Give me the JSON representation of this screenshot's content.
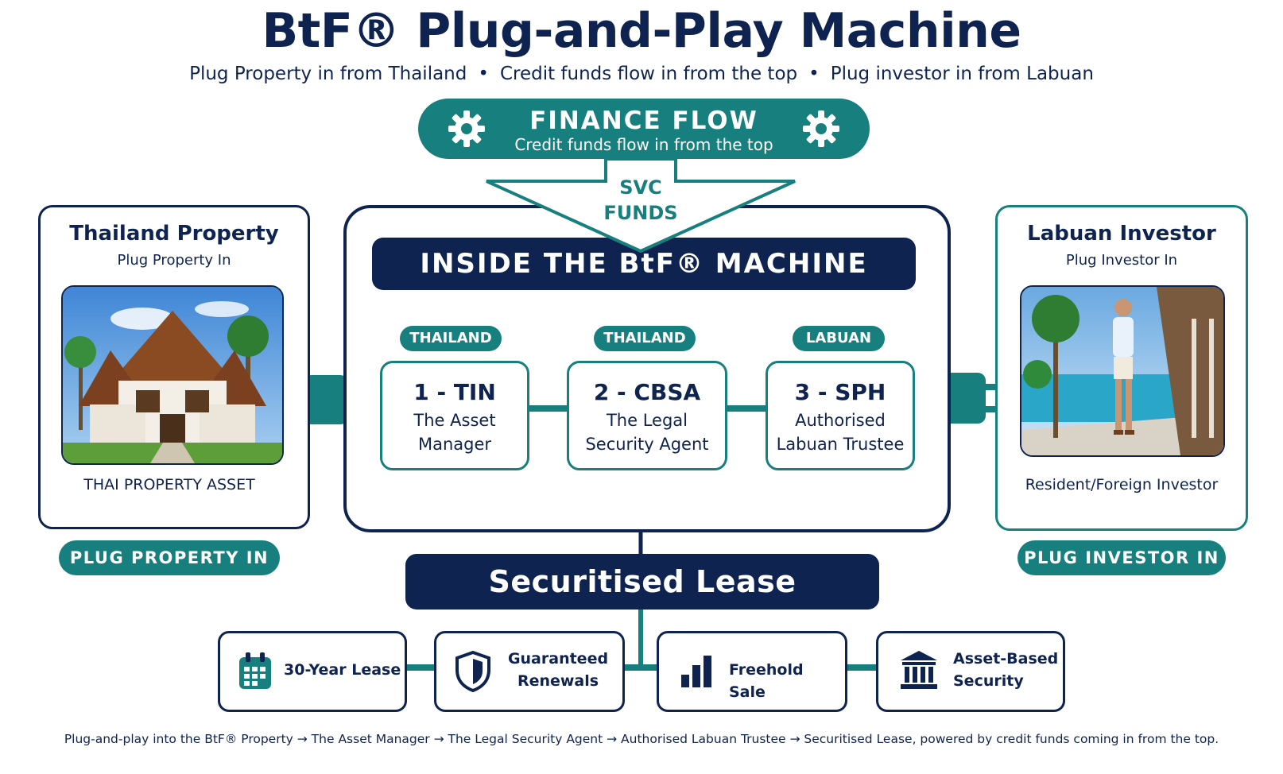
{
  "header": {
    "title": "BtF® Plug-and-Play Machine",
    "subtitle_parts": [
      "Plug Property in from Thailand",
      "Credit funds flow in from the top",
      "Plug investor in from Labuan"
    ],
    "separator": "•"
  },
  "finance_flow": {
    "title": "FINANCE FLOW",
    "subtitle": "Credit funds flow in from the top",
    "arrow_label_line1": "SVC",
    "arrow_label_line2": "FUNDS"
  },
  "thailand_card": {
    "title": "Thailand Property",
    "subtitle": "Plug Property In",
    "photo_icon": "thai-villa-photo",
    "caption": "THAI PROPERTY ASSET",
    "plug_label": "PLUG PROPERTY IN"
  },
  "labuan_card": {
    "title": "Labuan Investor",
    "subtitle": "Plug Investor In",
    "photo_icon": "investor-resort-photo",
    "caption": "Resident/Foreign Investor",
    "plug_label": "PLUG INVESTOR IN"
  },
  "machine": {
    "banner": "INSIDE THE BtF® MACHINE",
    "steps": [
      {
        "region": "THAILAND",
        "number": "1 - TIN",
        "desc_line1": "The Asset",
        "desc_line2": "Manager"
      },
      {
        "region": "THAILAND",
        "number": "2 - CBSA",
        "desc_line1": "The Legal",
        "desc_line2": "Security Agent"
      },
      {
        "region": "LABUAN",
        "number": "3 - SPH",
        "desc_line1": "Authorised",
        "desc_line2": "Labuan Trustee"
      }
    ]
  },
  "lease": {
    "banner": "Securitised Lease",
    "features": [
      {
        "icon": "calendar-icon",
        "line1": "30-Year Lease",
        "line2": ""
      },
      {
        "icon": "shield-icon",
        "line1": "Guaranteed",
        "line2": "Renewals"
      },
      {
        "icon": "bar-chart-icon",
        "line1": "Freehold Sale",
        "line2": ""
      },
      {
        "icon": "bank-icon",
        "line1": "Asset-Based",
        "line2": "Security"
      }
    ]
  },
  "footer": "Plug-and-play into the BtF® Property → The Asset Manager → The Legal Security Agent → Authorised Labuan Trustee → Securitised Lease, powered by credit funds coming in from the top.",
  "colors": {
    "navy": "#0f2350",
    "teal": "#177f7d"
  }
}
